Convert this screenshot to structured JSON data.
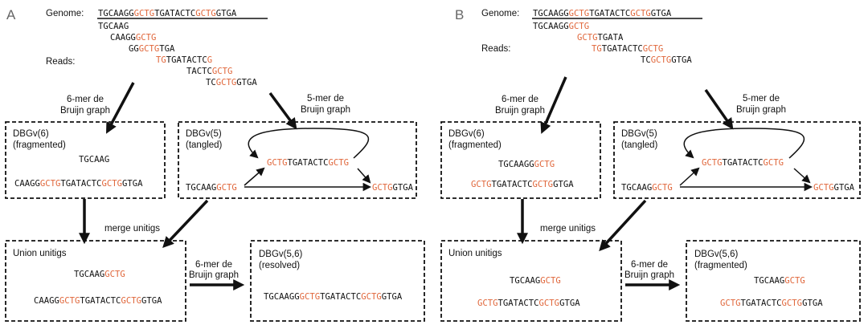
{
  "colors": {
    "text": "#111111",
    "highlight": "#e0663a"
  },
  "common": {
    "genome_label": "Genome:",
    "reads_label": "Reads:",
    "graph6_line1": "6-mer de",
    "graph6_line2": "Bruijn graph",
    "graph5_line1": "5-mer de",
    "graph5_line2": "Bruijn graph",
    "merge_label": "merge unitigs",
    "union_title": "Union unitigs",
    "dbg6_title": "DBGv(6)",
    "dbg6_sub": "(fragmented)",
    "dbg5_title": "DBGv(5)",
    "dbg5_sub": "(tangled)",
    "dbg56_title": "DBGv(5,6)"
  },
  "panelA": {
    "letter": "A",
    "genome": [
      [
        "TGCAAGG",
        0
      ],
      [
        "GCTG",
        1
      ],
      [
        "TGATACTC",
        0
      ],
      [
        "GCTG",
        1
      ],
      [
        "GTGA",
        0
      ]
    ],
    "reads": [
      [
        [
          "TGCAAG",
          0
        ]
      ],
      [
        [
          "CAAGG",
          0
        ],
        [
          "GCTG",
          1
        ]
      ],
      [
        [
          "GG",
          0
        ],
        [
          "GCTG",
          1
        ],
        [
          "TGA",
          0
        ]
      ],
      [
        [
          "TG",
          1
        ],
        [
          "TGATACTC",
          0
        ],
        [
          "G",
          1
        ]
      ],
      [
        [
          "TACTC",
          0
        ],
        [
          "GCTG",
          1
        ]
      ],
      [
        [
          "TC",
          0
        ],
        [
          "GCTG",
          1
        ],
        [
          "GTGA",
          0
        ]
      ]
    ],
    "dbg6_unitigs": [
      [
        [
          "TGCAAG",
          0
        ]
      ],
      [
        [
          "CAAGG",
          0
        ],
        [
          "GCTG",
          1
        ],
        [
          "TGATACTC",
          0
        ],
        [
          "GCTG",
          1
        ],
        [
          "GTGA",
          0
        ]
      ]
    ],
    "dbg5_left": [
      [
        "TGCAAG",
        0
      ],
      [
        "GCTG",
        1
      ]
    ],
    "dbg5_mid": [
      [
        "GCTG",
        1
      ],
      [
        "TGATACTC",
        0
      ],
      [
        "GCTG",
        1
      ]
    ],
    "dbg5_right": [
      [
        "GCTG",
        1
      ],
      [
        "GTGA",
        0
      ]
    ],
    "union_unitigs": [
      [
        [
          "TGCAAG",
          0
        ],
        [
          "GCTG",
          1
        ]
      ],
      [
        [
          "CAAGG",
          0
        ],
        [
          "GCTG",
          1
        ],
        [
          "TGATACTC",
          0
        ],
        [
          "GCTG",
          1
        ],
        [
          "GTGA",
          0
        ]
      ]
    ],
    "dbg56_sub": "(resolved)",
    "dbg56_unitigs": [
      [
        [
          "TGCAAGG",
          0
        ],
        [
          "GCTG",
          1
        ],
        [
          "TGATACTC",
          0
        ],
        [
          "GCTG",
          1
        ],
        [
          "GTGA",
          0
        ]
      ]
    ]
  },
  "panelB": {
    "letter": "B",
    "genome": [
      [
        "TGCAAGG",
        0
      ],
      [
        "GCTG",
        1
      ],
      [
        "TGATACTC",
        0
      ],
      [
        "GCTG",
        1
      ],
      [
        "GTGA",
        0
      ]
    ],
    "reads": [
      [
        [
          "TGCAAGG",
          0
        ],
        [
          "GCTG",
          1
        ]
      ],
      [
        [
          "GCTG",
          1
        ],
        [
          "TGATA",
          0
        ]
      ],
      [
        [
          "TG",
          1
        ],
        [
          "TGATACTC",
          0
        ],
        [
          "GCTG",
          1
        ]
      ],
      [
        [
          "TC",
          0
        ],
        [
          "GCTG",
          1
        ],
        [
          "GTGA",
          0
        ]
      ]
    ],
    "dbg6_unitigs": [
      [
        [
          "TGCAAGG",
          0
        ],
        [
          "GCTG",
          1
        ]
      ],
      [
        [
          "GCTG",
          1
        ],
        [
          "TGATACTC",
          0
        ],
        [
          "GCTG",
          1
        ],
        [
          "GTGA",
          0
        ]
      ]
    ],
    "dbg5_left": [
      [
        "TGCAAG",
        0
      ],
      [
        "GCTG",
        1
      ]
    ],
    "dbg5_mid": [
      [
        "GCTG",
        1
      ],
      [
        "TGATACTC",
        0
      ],
      [
        "GCTG",
        1
      ]
    ],
    "dbg5_right": [
      [
        "GCTG",
        1
      ],
      [
        "GTGA",
        0
      ]
    ],
    "union_unitigs": [
      [
        [
          "TGCAAG",
          0
        ],
        [
          "GCTG",
          1
        ]
      ],
      [
        [
          "GCTG",
          1
        ],
        [
          "TGATACTC",
          0
        ],
        [
          "GCTG",
          1
        ],
        [
          "GTGA",
          0
        ]
      ]
    ],
    "dbg56_sub": "(fragmented)",
    "dbg56_unitigs": [
      [
        [
          "TGCAAG",
          0
        ],
        [
          "GCTG",
          1
        ]
      ],
      [
        [
          "GCTG",
          1
        ],
        [
          "TGATACTC",
          0
        ],
        [
          "GCTG",
          1
        ],
        [
          "GTGA",
          0
        ]
      ]
    ]
  }
}
